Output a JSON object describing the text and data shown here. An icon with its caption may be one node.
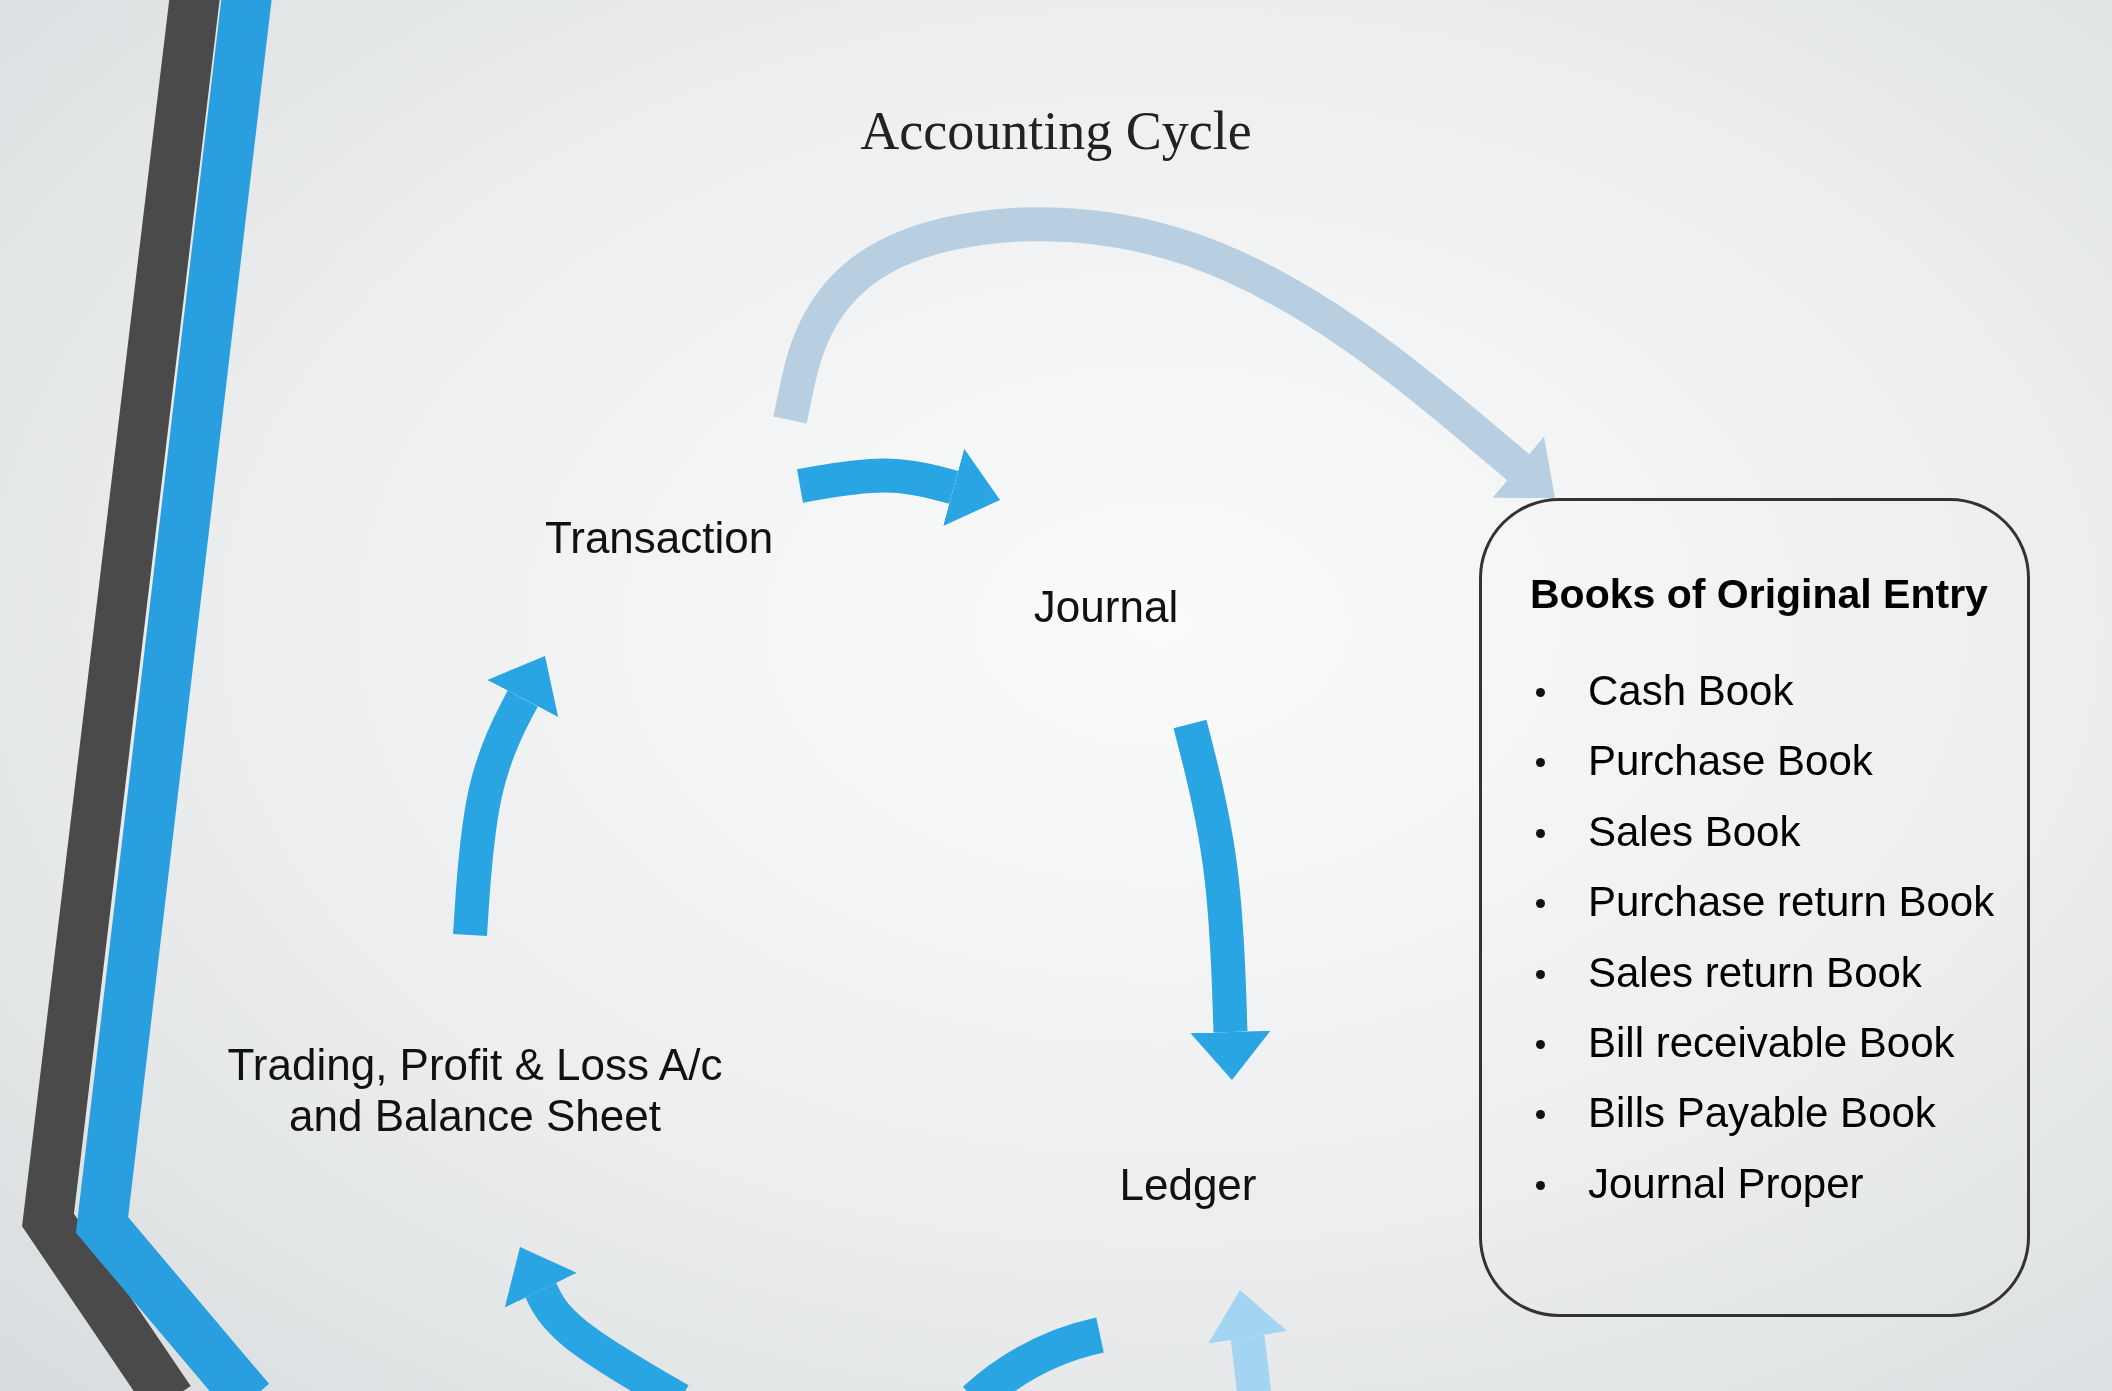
{
  "diagram": {
    "title": "Accounting Cycle",
    "nodes": [
      {
        "text": [
          "Transaction"
        ]
      },
      {
        "text": [
          "Journal"
        ]
      },
      {
        "text": [
          "Books of Original Entry",
          "Cash Book",
          "Purchase Book",
          "Sales Book",
          "Purchase return Book",
          "Sales return Book",
          "Bill receivable Book",
          "Bills Payable Book",
          "Journal Proper"
        ]
      },
      {
        "text": [
          "Ledger"
        ]
      },
      {
        "text": [
          "Trading, Profit & Loss A/c and Balance Sheet"
        ]
      }
    ],
    "edges": [
      {
        "from": 0,
        "to": 1,
        "arrow": "to"
      },
      {
        "from": 0,
        "to": 2,
        "arrow": "to",
        "color": "#b7cfe0"
      },
      {
        "from": 1,
        "to": 3,
        "arrow": "to"
      },
      {
        "from": null,
        "to": 3,
        "arrow": "to",
        "color": "#a3d5f3"
      },
      {
        "from": null,
        "to": 4,
        "arrow": "to"
      },
      {
        "from": 4,
        "to": 0,
        "arrow": "to"
      }
    ]
  }
}
